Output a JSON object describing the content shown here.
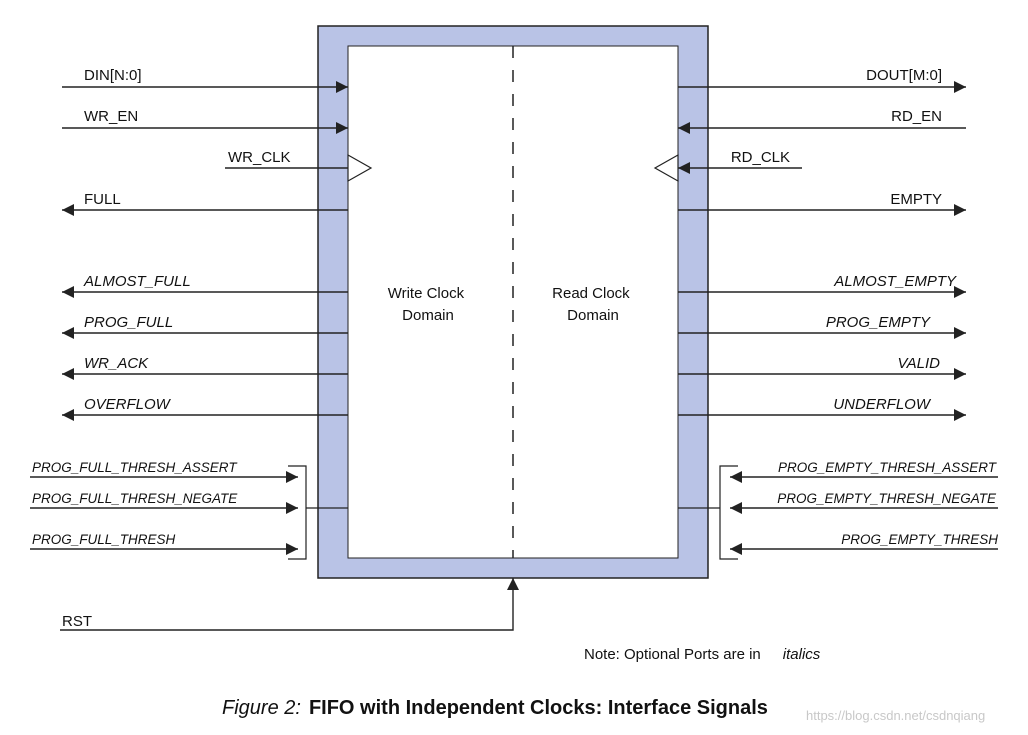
{
  "core": {
    "left_domain": [
      "Write Clock",
      "Domain"
    ],
    "right_domain": [
      "Read Clock",
      "Domain"
    ]
  },
  "left_ports": [
    {
      "label": "DIN[N:0]",
      "dir": "in",
      "optional": false
    },
    {
      "label": "WR_EN",
      "dir": "in",
      "optional": false
    },
    {
      "label": "WR_CLK",
      "dir": "clk",
      "optional": false
    },
    {
      "label": "FULL",
      "dir": "out",
      "optional": false
    },
    {
      "label": "ALMOST_FULL",
      "dir": "out",
      "optional": true
    },
    {
      "label": "PROG_FULL",
      "dir": "out",
      "optional": true
    },
    {
      "label": "WR_ACK",
      "dir": "out",
      "optional": true
    },
    {
      "label": "OVERFLOW",
      "dir": "out",
      "optional": true
    },
    {
      "label": "PROG_FULL_THRESH_ASSERT",
      "dir": "bus",
      "optional": true
    },
    {
      "label": "PROG_FULL_THRESH_NEGATE",
      "dir": "bus",
      "optional": true
    },
    {
      "label": "PROG_FULL_THRESH",
      "dir": "bus",
      "optional": true
    }
  ],
  "right_ports": [
    {
      "label": "DOUT[M:0]",
      "dir": "out",
      "optional": false
    },
    {
      "label": "RD_EN",
      "dir": "in",
      "optional": false
    },
    {
      "label": "RD_CLK",
      "dir": "clk",
      "optional": false
    },
    {
      "label": "EMPTY",
      "dir": "out",
      "optional": false
    },
    {
      "label": "ALMOST_EMPTY",
      "dir": "out",
      "optional": true
    },
    {
      "label": "PROG_EMPTY",
      "dir": "out",
      "optional": true
    },
    {
      "label": "VALID",
      "dir": "out",
      "optional": true
    },
    {
      "label": "UNDERFLOW",
      "dir": "out",
      "optional": true
    },
    {
      "label": "PROG_EMPTY_THRESH_ASSERT",
      "dir": "bus",
      "optional": true
    },
    {
      "label": "PROG_EMPTY_THRESH_NEGATE",
      "dir": "bus",
      "optional": true
    },
    {
      "label": "PROG_EMPTY_THRESH",
      "dir": "bus",
      "optional": true
    }
  ],
  "bottom_port": {
    "label": "RST",
    "dir": "in"
  },
  "note": {
    "text": "Note: Optional Ports are in",
    "italic_word": "italics"
  },
  "caption": {
    "figure": "Figure 2:",
    "title": "FIFO with Independent Clocks: Interface Signals"
  },
  "watermark": "https://blog.csdn.net/csdnqiang",
  "colors": {
    "frame_fill": "#b9c3e6",
    "line": "#222222",
    "background": "#ffffff"
  }
}
